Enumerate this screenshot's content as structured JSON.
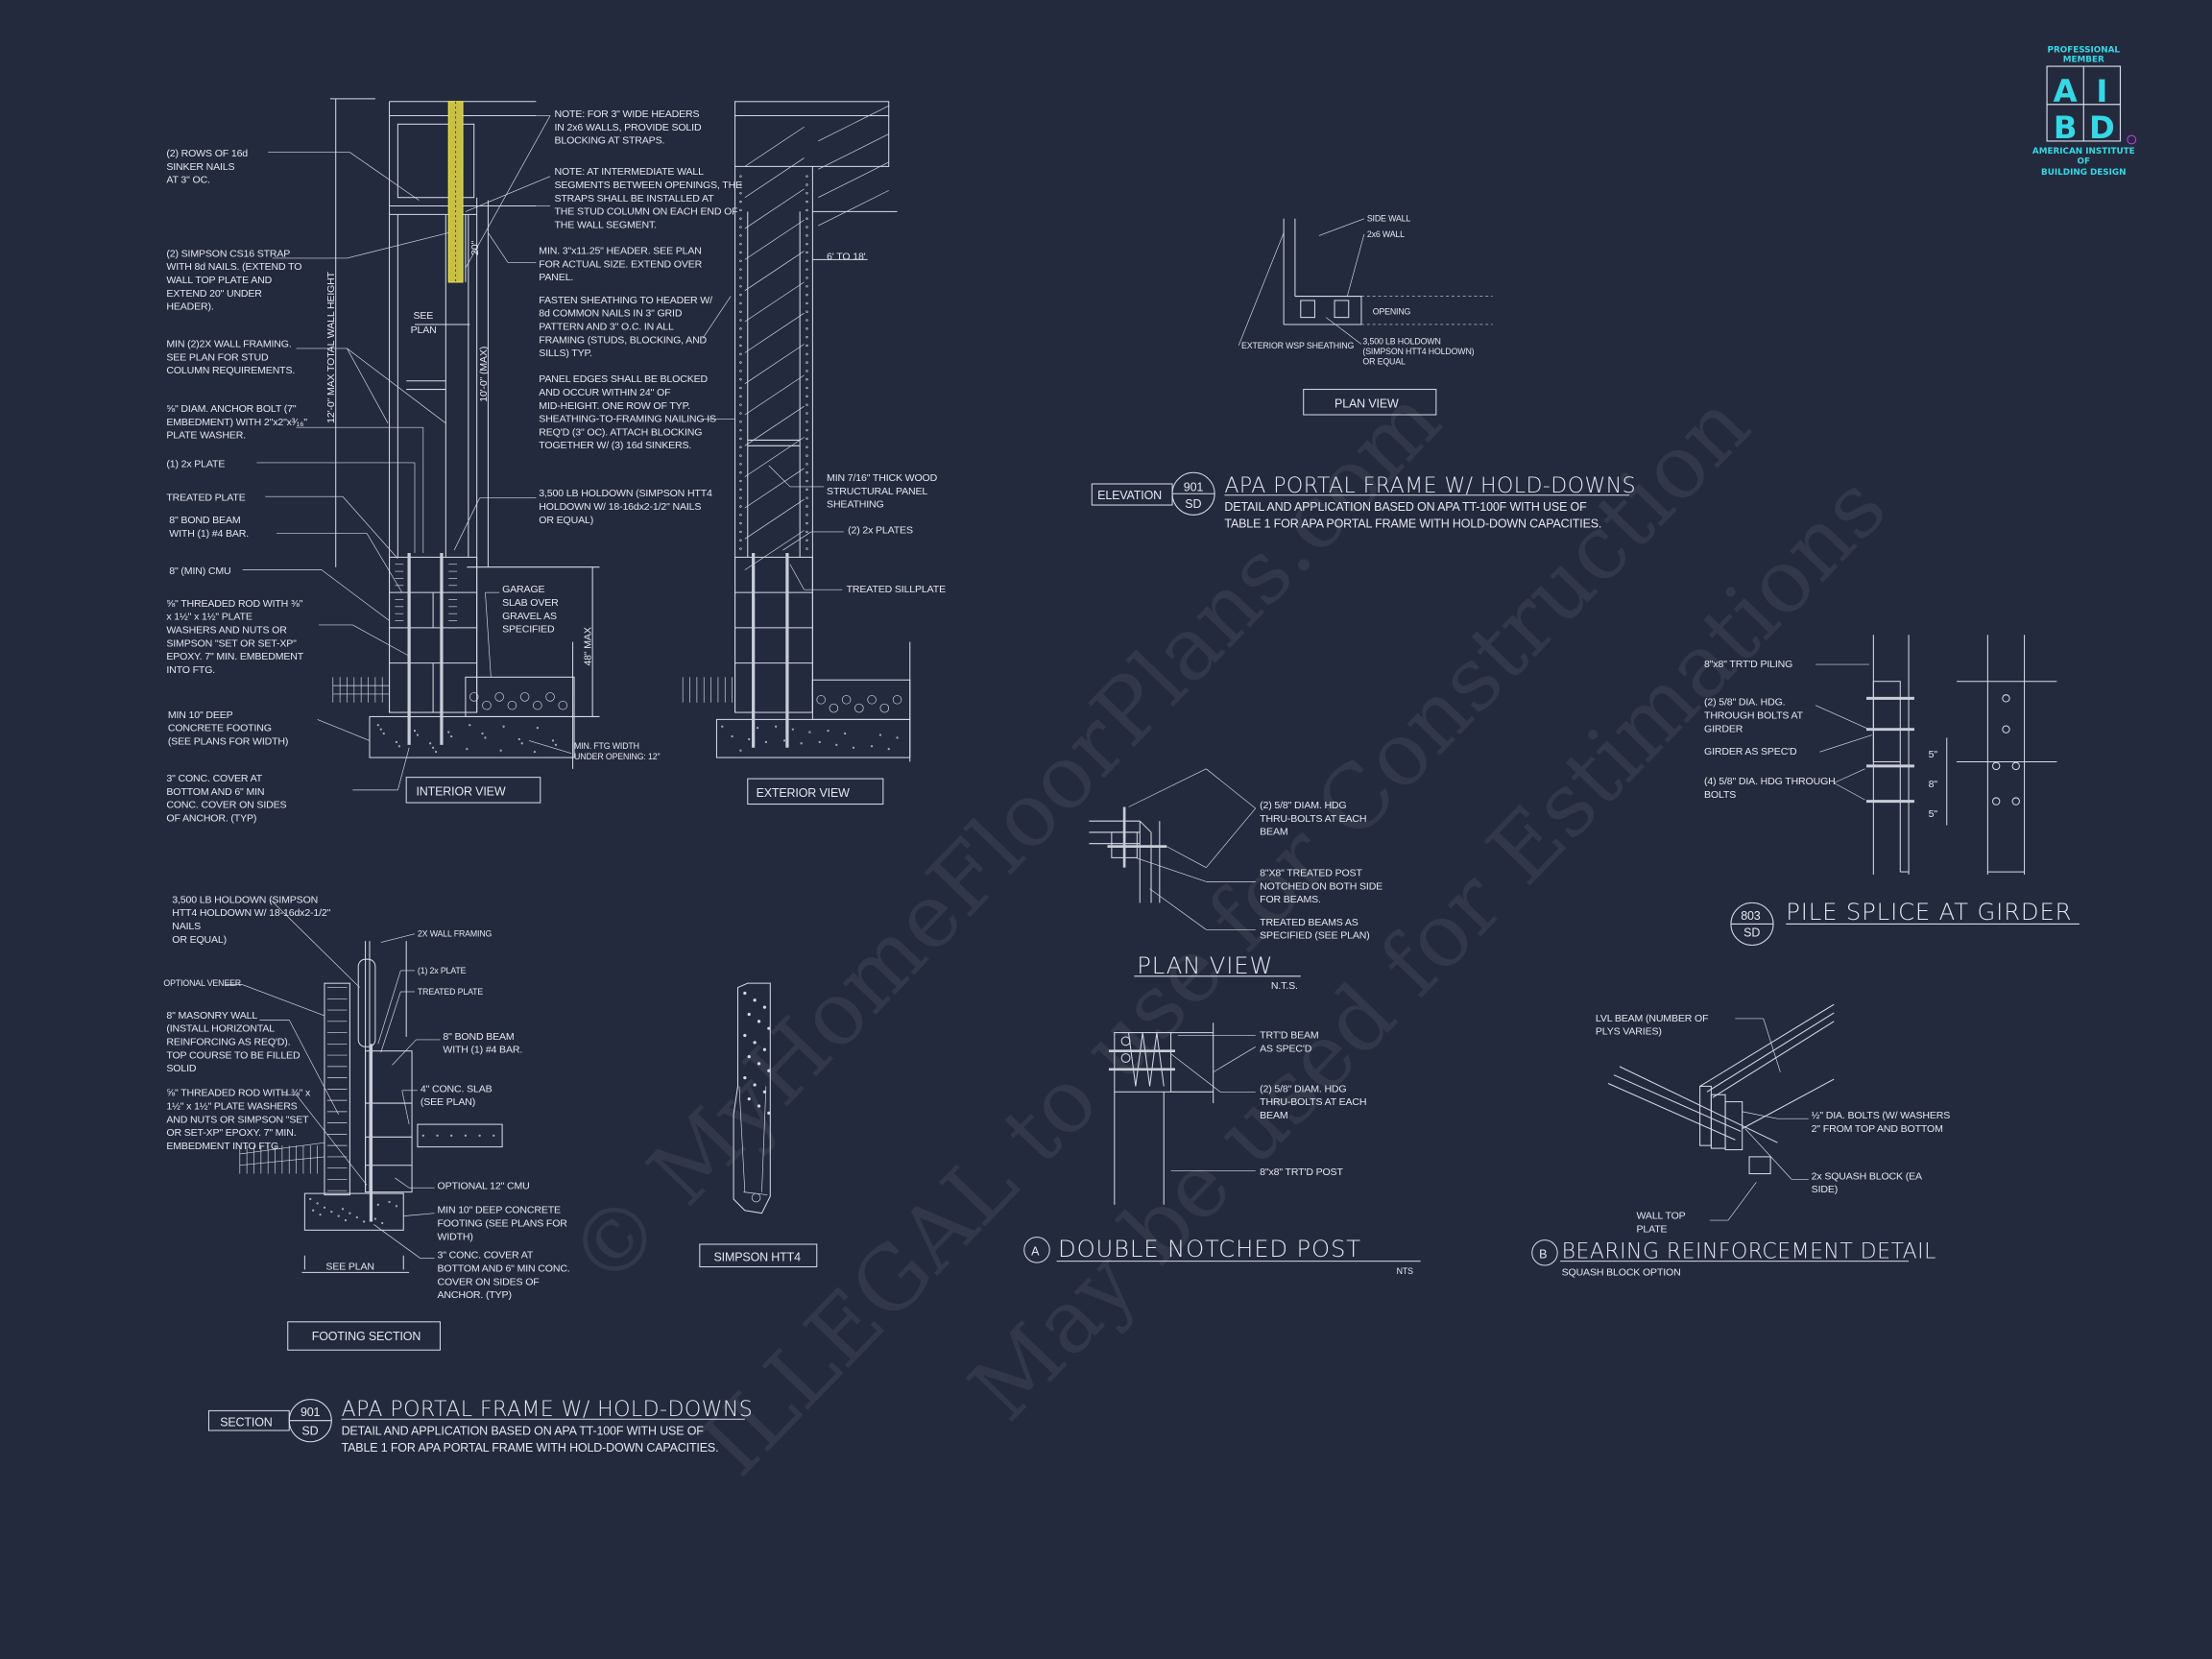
{
  "colors": {
    "background": "#242a3d",
    "linework": "#d6dae6",
    "strap": "#e8e04a",
    "logo": "#34d8e6"
  },
  "logo": {
    "top": [
      "PROFESSIONAL",
      "MEMBER"
    ],
    "letters": [
      "A",
      "I",
      "B",
      "D"
    ],
    "bottom": [
      "AMERICAN INSTITUTE",
      "OF",
      "BUILDING DESIGN"
    ]
  },
  "watermark": [
    "© MyHomeFloorPlans.com",
    "ILLEGAL to use for Construction",
    "May be used for Estimations"
  ],
  "interior": {
    "view_label": "INTERIOR VIEW",
    "left_labels": [
      [
        "(2) ROWS OF 16d",
        "SINKER NAILS",
        "AT 3\" OC."
      ],
      [
        "(2) SIMPSON CS16 STRAP",
        "WITH 8d NAILS. (EXTEND TO",
        "WALL TOP PLATE AND",
        "EXTEND 20\" UNDER",
        "HEADER)."
      ],
      [
        "MIN (2)2X WALL FRAMING.",
        "SEE PLAN FOR STUD",
        "COLUMN REQUIREMENTS."
      ],
      [
        "⅝\" DIAM. ANCHOR BOLT (7\"",
        "EMBEDMENT) WITH 2\"x2\"x³⁄₁₆\"",
        "PLATE WASHER."
      ],
      [
        "(1) 2x PLATE"
      ],
      [
        "TREATED PLATE"
      ],
      [
        "8\" BOND BEAM",
        "WITH (1) #4 BAR."
      ],
      [
        "8\" (MIN) CMU"
      ],
      [
        "⅝\" THREADED ROD WITH ⅜\"",
        "x 1½\" x 1½\" PLATE",
        "WASHERS AND NUTS OR",
        "SIMPSON \"SET OR SET-XP\"",
        "EPOXY.  7\" MIN. EMBEDMENT",
        "INTO FTG."
      ],
      [
        "MIN 10\" DEEP",
        "CONCRETE FOOTING",
        "(SEE PLANS FOR WIDTH)"
      ],
      [
        "3\" CONC. COVER AT",
        "BOTTOM AND 6\" MIN",
        "CONC. COVER ON SIDES",
        "OF ANCHOR. (TYP)"
      ]
    ],
    "right_labels": [
      [
        "NOTE: FOR 3\" WIDE HEADERS",
        "IN 2x6 WALLS, PROVIDE SOLID",
        "BLOCKING AT STRAPS."
      ],
      [
        "NOTE: AT INTERMEDIATE WALL",
        "SEGMENTS BETWEEN OPENINGS, THE",
        "STRAPS SHALL BE INSTALLED AT",
        "THE STUD COLUMN ON EACH END OF",
        "THE WALL SEGMENT."
      ],
      [
        "MIN. 3\"x11.25\" HEADER. SEE PLAN",
        "FOR ACTUAL SIZE. EXTEND OVER",
        "PANEL."
      ],
      [
        "FASTEN SHEATHING TO HEADER W/",
        "8d COMMON NAILS IN 3\" GRID",
        "PATTERN AND 3\" O.C. IN ALL",
        "FRAMING (STUDS, BLOCKING, AND",
        "SILLS) TYP."
      ],
      [
        "PANEL EDGES SHALL BE BLOCKED",
        "AND OCCUR WITHIN 24\" OF",
        "MID-HEIGHT.  ONE ROW OF TYP.",
        "SHEATHING-TO-FRAMING NAILING IS",
        "REQ'D (3\" OC).  ATTACH BLOCKING",
        "TOGETHER W/ (3) 16d SINKERS."
      ],
      [
        "3,500 LB HOLDOWN (SIMPSON HTT4",
        "HOLDOWN W/ 18-16dx2-1/2\" NAILS",
        "OR EQUAL)"
      ],
      [
        "GARAGE",
        "SLAB OVER",
        "GRAVEL AS",
        "SPECIFIED"
      ],
      [
        "MIN. FTG WIDTH",
        "UNDER OPENING: 12\""
      ]
    ],
    "dims": {
      "total_height": "12'-0\" MAX TOTAL WALL HEIGHT",
      "wall_height": "10'-0\" (MAX)",
      "strap_ext": "20\"",
      "see_plan": [
        "SEE",
        "PLAN"
      ],
      "max_48": "48\" MAX"
    }
  },
  "exterior": {
    "view_label": "EXTERIOR VIEW",
    "labels": [
      [
        "6' TO 18'"
      ],
      [
        "MIN 7/16\" THICK WOOD",
        "STRUCTURAL PANEL",
        "SHEATHING"
      ],
      [
        "(2) 2x PLATES"
      ],
      [
        "TREATED SILLPLATE"
      ]
    ]
  },
  "plan_view_top": {
    "view_label": "PLAN VIEW",
    "labels": [
      [
        "SIDE WALL"
      ],
      [
        "2x6 WALL"
      ],
      [
        "OPENING"
      ],
      [
        "EXTERIOR WSP SHEATHING"
      ],
      [
        "3,500 LB HOLDOWN",
        "(SIMPSON HTT4 HOLDOWN)",
        "OR EQUAL"
      ]
    ]
  },
  "elevation_title": {
    "tag": "ELEVATION",
    "num": "901",
    "sheet": "SD",
    "title": "APA PORTAL FRAME W/ HOLD-DOWNS",
    "desc": [
      "DETAIL AND APPLICATION BASED ON APA TT-100F WITH USE OF",
      "TABLE 1 FOR APA PORTAL FRAME WITH HOLD-DOWN CAPACITIES."
    ]
  },
  "pile_splice": {
    "labels": [
      [
        "8\"x8\" TRT'D PILING"
      ],
      [
        "(2) 5/8\" DIA.  HDG.",
        "THROUGH BOLTS AT",
        "GIRDER"
      ],
      [
        "GIRDER AS SPEC'D"
      ],
      [
        "(4) 5/8\" DIA. HDG THROUGH",
        "BOLTS"
      ]
    ],
    "dims": [
      "5\"",
      "8\"",
      "5\""
    ],
    "num": "803",
    "sheet": "SD",
    "title": "PILE SPLICE AT GIRDER"
  },
  "double_notched": {
    "plan_labels": [
      [
        "(2) 5/8\" DIAM. HDG",
        "THRU-BOLTS AT EACH",
        "BEAM"
      ],
      [
        "8\"X8\" TREATED POST",
        "NOTCHED ON BOTH SIDE",
        "FOR BEAMS."
      ],
      [
        "TREATED BEAMS AS",
        "SPECIFIED (SEE PLAN)"
      ]
    ],
    "plan_title": "PLAN VIEW",
    "plan_scale": "N.T.S.",
    "elev_labels": [
      [
        "TRT'D BEAM",
        "AS SPEC'D"
      ],
      [
        "(2) 5/8\" DIAM. HDG",
        "THRU-BOLTS AT EACH",
        "BEAM"
      ],
      [
        "8\"x8\" TRT'D POST"
      ]
    ],
    "marker": "A",
    "title": "DOUBLE NOTCHED POST",
    "scale": "NTS"
  },
  "bearing": {
    "labels": [
      [
        "LVL BEAM (NUMBER OF",
        "PLYS VARIES)"
      ],
      [
        "½\" DIA. BOLTS (W/ WASHERS",
        "2\" FROM TOP AND BOTTOM"
      ],
      [
        "2x SQUASH BLOCK (EA",
        "SIDE)"
      ],
      [
        "WALL TOP",
        "PLATE"
      ]
    ],
    "marker": "B",
    "title": "BEARING REINFORCEMENT DETAIL",
    "subtitle": "SQUASH BLOCK OPTION"
  },
  "footing": {
    "view_label": "FOOTING SECTION",
    "left_labels": [
      [
        "3,500 LB HOLDOWN (SIMPSON",
        "HTT4 HOLDOWN W/ 18-16dx2-1/2\"",
        "NAILS",
        "OR EQUAL)"
      ],
      [
        "OPTIONAL VENEER"
      ],
      [
        "8\" MASONRY WALL",
        "(INSTALL HORIZONTAL",
        "REINFORCING AS REQ'D).",
        "TOP COURSE TO BE FILLED",
        "SOLID"
      ],
      [
        "⅝\" THREADED ROD WITH ⅜\" x",
        "1½\" x 1½\" PLATE WASHERS",
        "AND NUTS OR SIMPSON \"SET",
        "OR SET-XP\" EPOXY.  7\" MIN.",
        "EMBEDMENT INTO FTG."
      ]
    ],
    "right_labels": [
      [
        "2X WALL FRAMING"
      ],
      [
        "(1) 2x PLATE"
      ],
      [
        "TREATED PLATE"
      ],
      [
        "8\" BOND BEAM",
        "WITH (1) #4 BAR."
      ],
      [
        "4\" CONC. SLAB",
        "(SEE PLAN)"
      ],
      [
        "OPTIONAL 12\" CMU"
      ],
      [
        "MIN 10\" DEEP CONCRETE",
        "FOOTING (SEE PLANS FOR",
        "WIDTH)"
      ],
      [
        "3\" CONC. COVER AT",
        "BOTTOM AND 6\" MIN CONC.",
        "COVER ON SIDES OF",
        "ANCHOR. (TYP)"
      ]
    ],
    "see_plan": "SEE PLAN"
  },
  "simpson": {
    "label": "SIMPSON HTT4"
  },
  "section_title": {
    "tag": "SECTION",
    "num": "901",
    "sheet": "SD",
    "title": "APA PORTAL FRAME W/ HOLD-DOWNS",
    "desc": [
      "DETAIL AND APPLICATION BASED ON APA TT-100F WITH USE OF",
      "TABLE 1 FOR APA PORTAL FRAME WITH HOLD-DOWN CAPACITIES."
    ]
  }
}
